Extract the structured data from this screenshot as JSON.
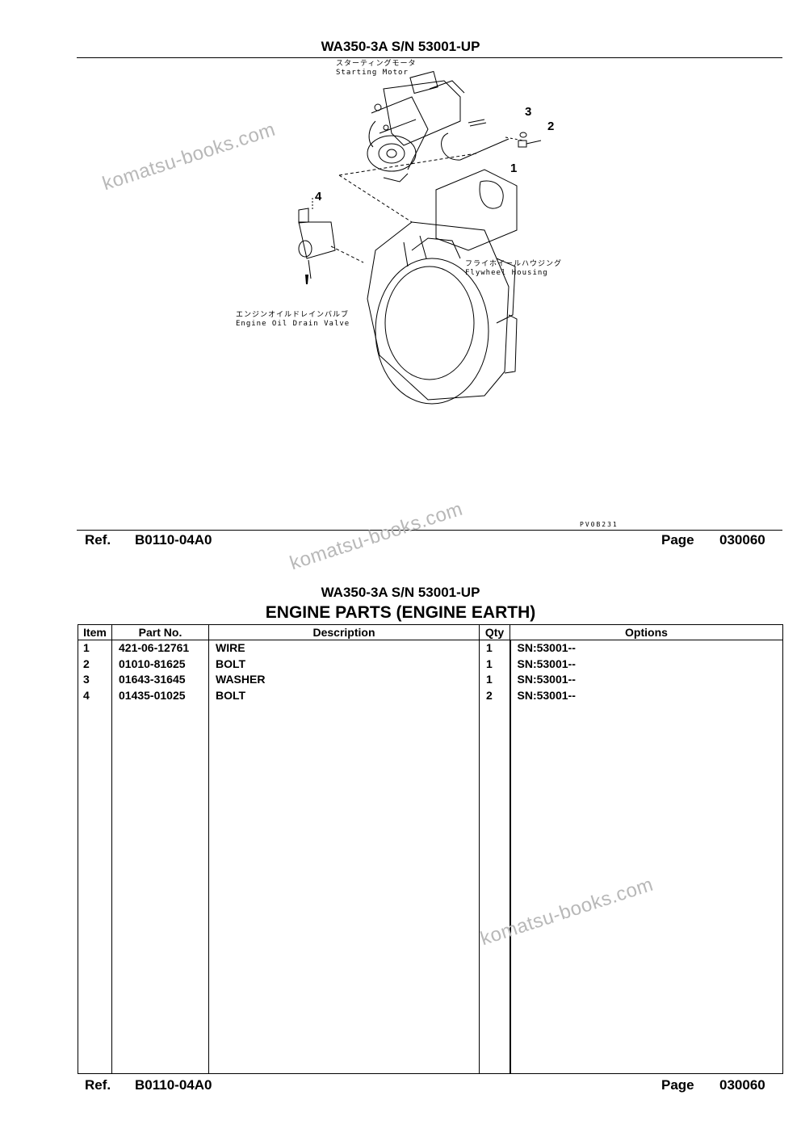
{
  "sheet1": {
    "title": "WA350-3A S/N 53001-UP",
    "ref_label": "Ref.",
    "ref_value": "B0110-04A0",
    "page_label": "Page",
    "page_value": "030060",
    "drawing_code": "PV0B231",
    "callouts": [
      "1",
      "2",
      "3",
      "4"
    ],
    "labels": {
      "starting_motor_jp": "スターティングモータ",
      "starting_motor_en": "Starting Motor",
      "flywheel_jp": "フライホイールハウジング",
      "flywheel_en": "Flywheel Housing",
      "drain_valve_jp": "エンジンオイルドレインバルブ",
      "drain_valve_en": "Engine Oil Drain Valve"
    }
  },
  "sheet2": {
    "title": "WA350-3A S/N 53001-UP",
    "heading": "ENGINE PARTS (ENGINE EARTH)",
    "columns": [
      "Item",
      "Part No.",
      "Description",
      "Qty",
      "Options"
    ],
    "rows": [
      {
        "item": "1",
        "part_no": "421-06-12761",
        "description": "WIRE",
        "qty": "1",
        "options": "SN:53001--"
      },
      {
        "item": "2",
        "part_no": "01010-81625",
        "description": "BOLT",
        "qty": "1",
        "options": "SN:53001--"
      },
      {
        "item": "3",
        "part_no": "01643-31645",
        "description": "WASHER",
        "qty": "1",
        "options": "SN:53001--"
      },
      {
        "item": "4",
        "part_no": "01435-01025",
        "description": "BOLT",
        "qty": "2",
        "options": "SN:53001--"
      }
    ],
    "ref_label": "Ref.",
    "ref_value": "B0110-04A0",
    "page_label": "Page",
    "page_value": "030060"
  },
  "watermark": "komatsu-books.com"
}
